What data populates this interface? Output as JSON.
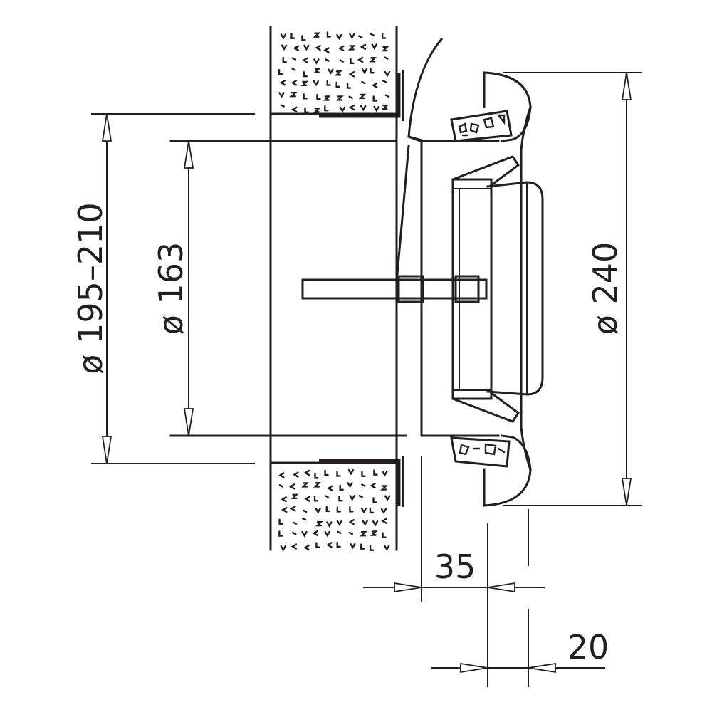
{
  "dimensions": {
    "wall_opening": "ø 195–210",
    "duct": "ø 163",
    "grille": "ø 240",
    "projection": "35",
    "rim": "20"
  },
  "colors": {
    "line": "#231f20",
    "background": "#ffffff"
  }
}
